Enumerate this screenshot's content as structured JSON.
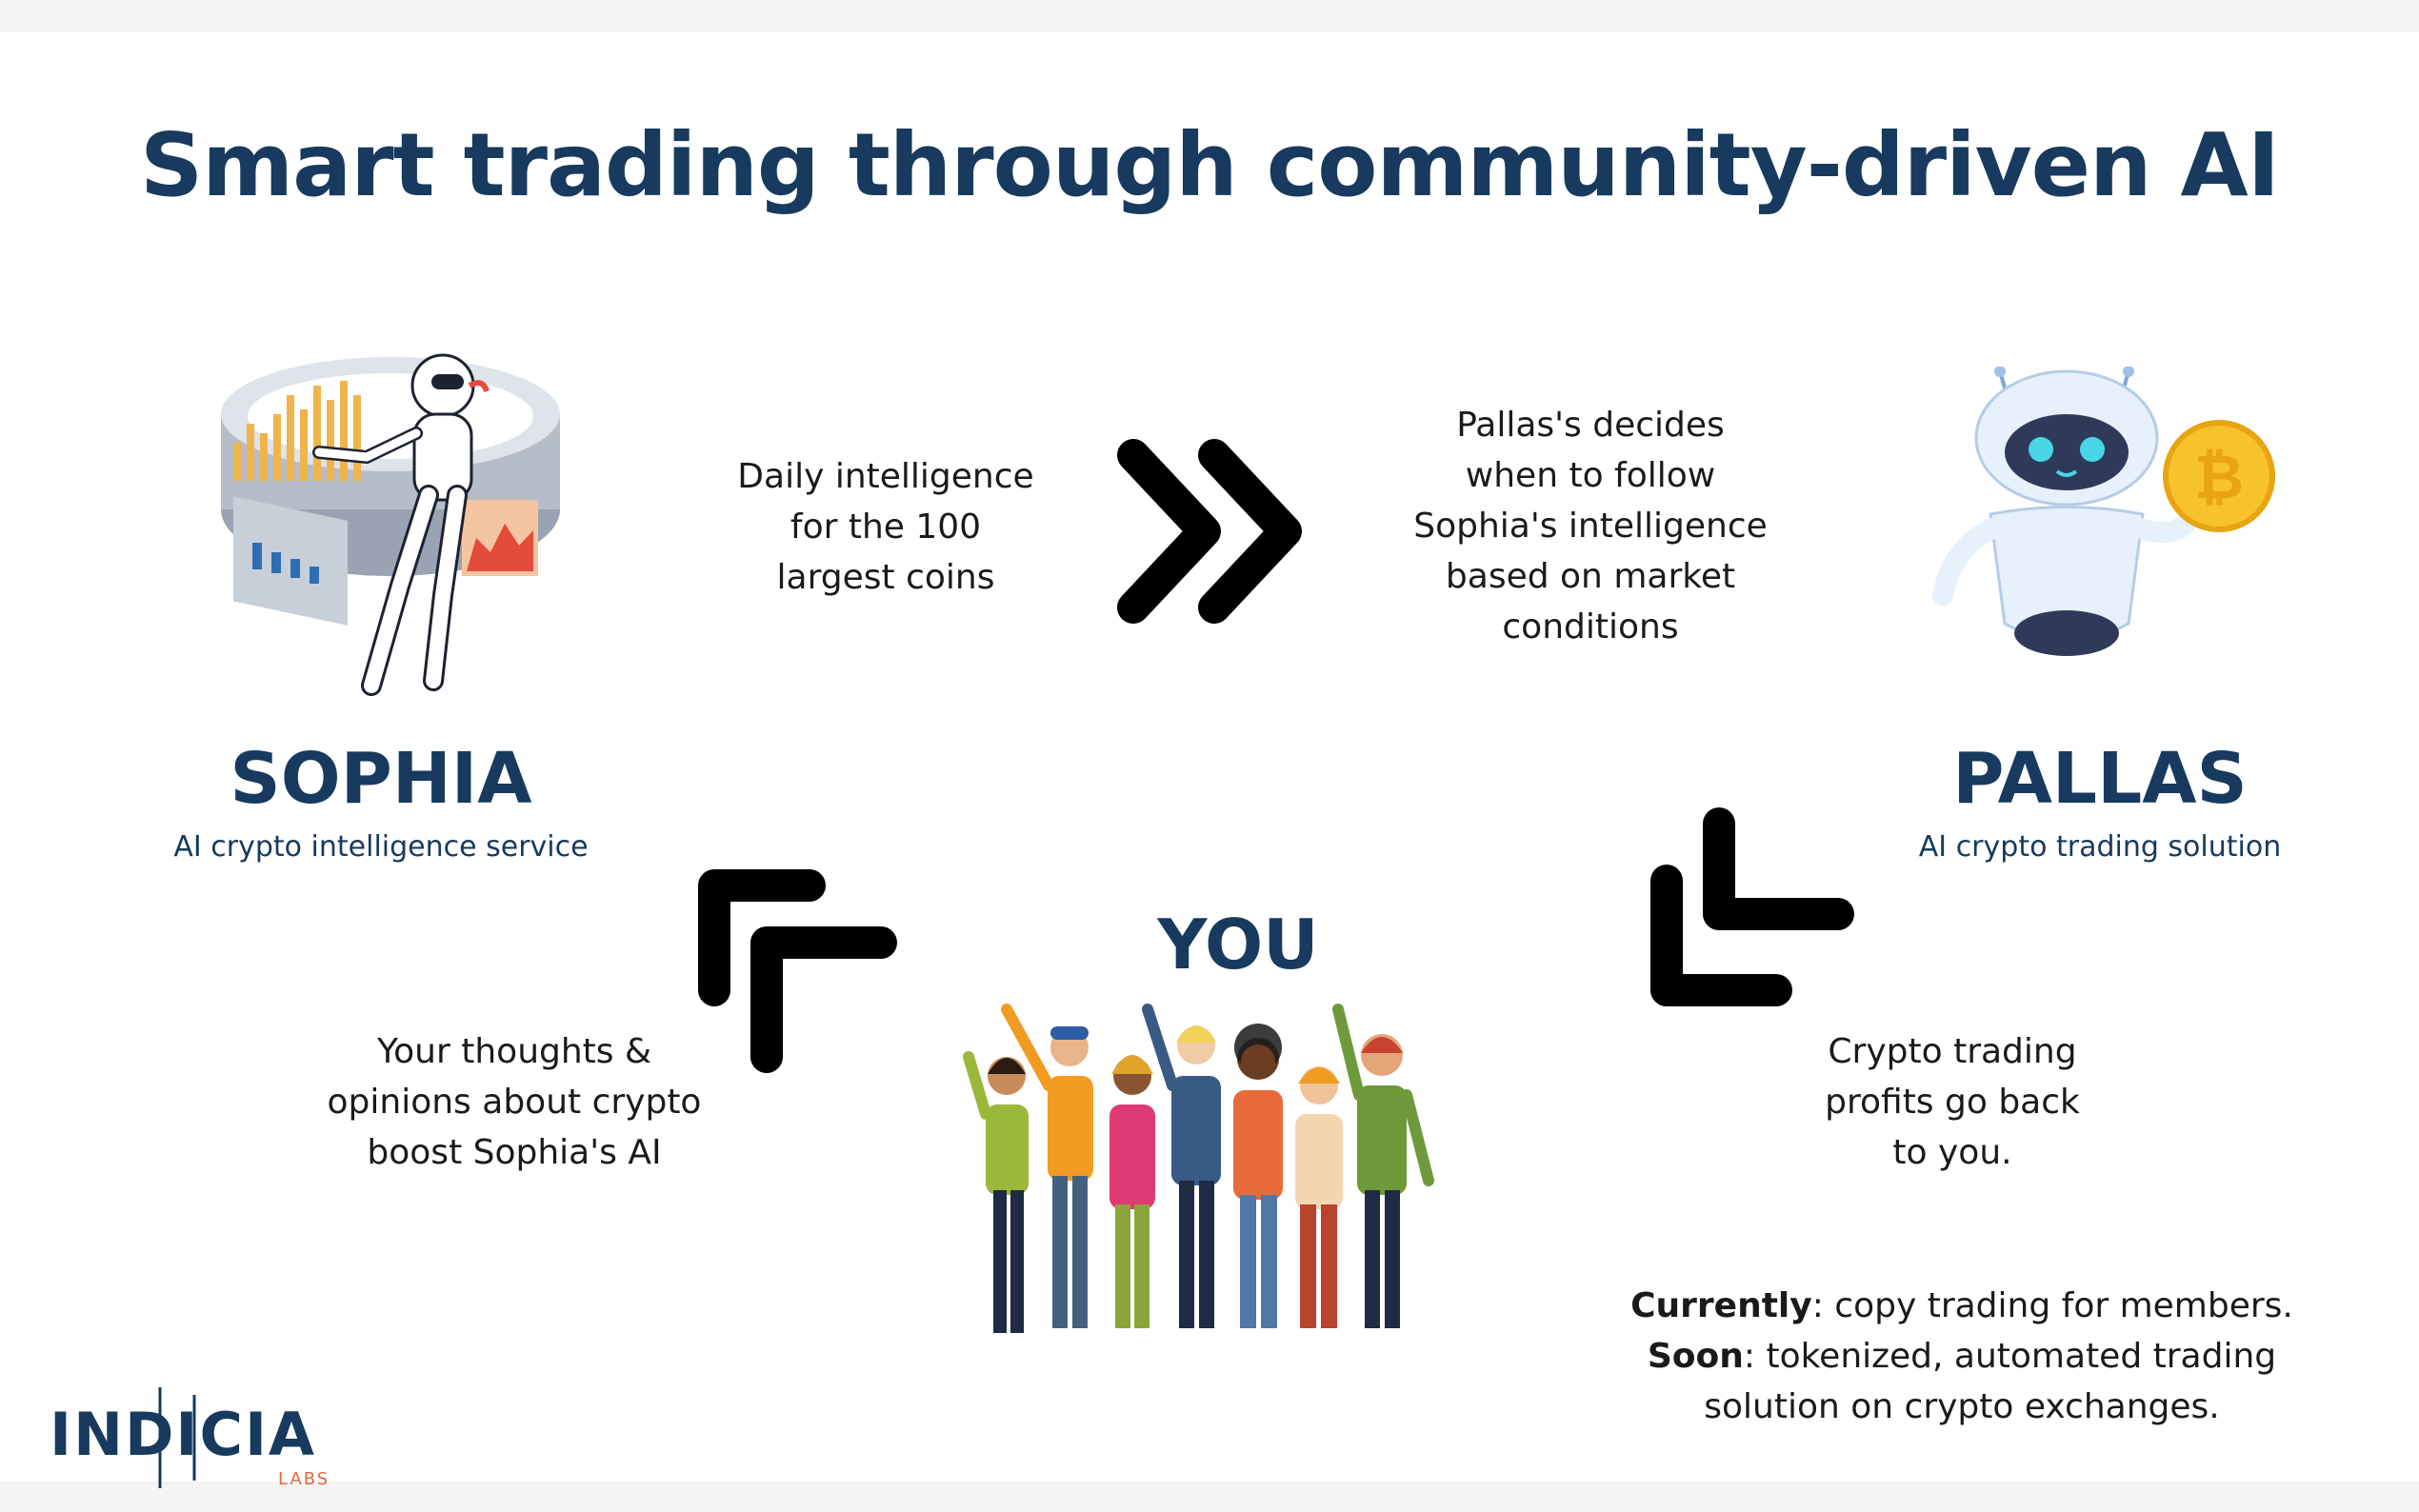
{
  "title": "Smart trading through community-driven AI",
  "sophia": {
    "name": "SOPHIA",
    "subtitle": "AI crypto intelligence service"
  },
  "pallas": {
    "name": "PALLAS",
    "subtitle": "AI crypto trading solution"
  },
  "you": {
    "name": "YOU"
  },
  "flow_sophia_to_pallas": [
    "Daily intelligence",
    "for the 100",
    "largest coins"
  ],
  "pallas_decides": [
    "Pallas's decides",
    "when to follow",
    "Sophia's intelligence",
    "based on market",
    "conditions"
  ],
  "flow_you_to_sophia": [
    "Your thoughts &",
    "opinions about crypto",
    "boost Sophia's AI"
  ],
  "flow_pallas_to_you": [
    "Crypto trading",
    "profits go back",
    "to you."
  ],
  "note": {
    "currently_label": "Currently",
    "currently_text": ": copy trading for members.",
    "soon_label": "Soon",
    "soon_text": ": tokenized, automated trading",
    "soon_text_2": "solution on crypto exchanges."
  },
  "logo": {
    "text": "INDICIA",
    "sub": "LABS"
  },
  "colors": {
    "navy": "#173a5e",
    "arrow": "#000000",
    "logo_accent": "#e2683c"
  }
}
